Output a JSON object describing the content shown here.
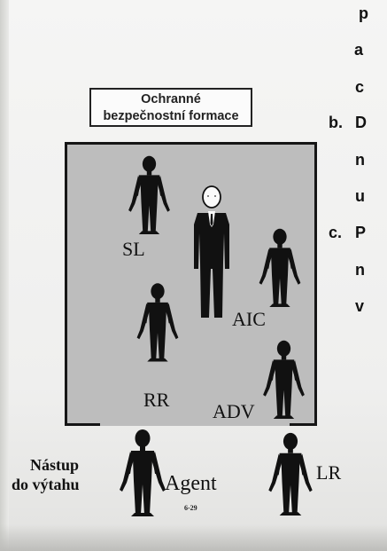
{
  "right_column": {
    "lines": [
      "p",
      "a",
      "c",
      "D",
      "n",
      "u",
      "P",
      "n",
      "v"
    ],
    "markers": [
      "b.",
      "c."
    ]
  },
  "diagram": {
    "title_line1": "Ochranné",
    "title_line2": "bezpečnostní formace",
    "labels": {
      "sl": "SL",
      "aic": "AIC",
      "rr": "RR",
      "adv": "ADV",
      "lr": "LR",
      "agent": "Agent",
      "entry_line1": "Nástup",
      "entry_line2": "do výtahu"
    },
    "page_number": "6-29"
  }
}
